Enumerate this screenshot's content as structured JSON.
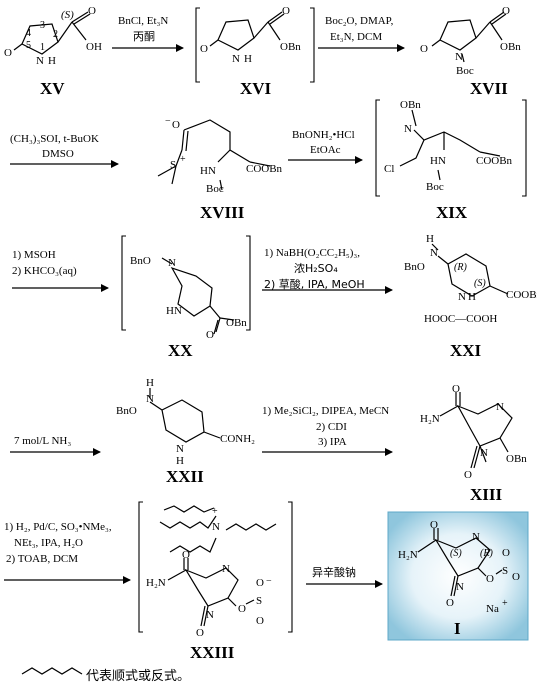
{
  "compounds": {
    "xv": {
      "label": "XV",
      "stereo": "(S)",
      "ring_nums": [
        "3",
        "4",
        "5",
        "1",
        "2"
      ],
      "atoms": [
        "N",
        "H",
        "O",
        "O",
        "OH"
      ]
    },
    "xvi": {
      "label": "XVI",
      "atoms": [
        "N",
        "H",
        "O",
        "O",
        "OBn"
      ]
    },
    "xvii": {
      "label": "XVII",
      "atoms": [
        "N",
        "Boc",
        "O",
        "O",
        "OBn"
      ]
    },
    "xviii": {
      "label": "XVIII",
      "atoms": [
        "O",
        "S",
        "+",
        "−",
        "HN",
        "Boc",
        "COOBn"
      ]
    },
    "xix": {
      "label": "XIX",
      "atoms": [
        "OBn",
        "N",
        "Cl",
        "HN",
        "Boc",
        "COOBn"
      ]
    },
    "xx": {
      "label": "XX",
      "atoms": [
        "BnO",
        "N",
        "HN",
        "O",
        "OBn"
      ]
    },
    "xxi": {
      "label": "XXI",
      "stereo": [
        "(R)",
        "(S)"
      ],
      "atoms": [
        "H",
        "N",
        "BnO",
        "N",
        "H",
        "COOBn",
        "HOOC—COOH"
      ]
    },
    "xxii": {
      "label": "XXII",
      "atoms": [
        "H",
        "N",
        "BnO",
        "N",
        "H",
        "CONH₂"
      ]
    },
    "xiii": {
      "label": "XIII",
      "atoms": [
        "O",
        "H₂N",
        "N",
        "N",
        "O",
        "OBn"
      ]
    },
    "xxiii": {
      "label": "XXIII",
      "atoms": [
        "+",
        "N",
        "O",
        "H₂N",
        "N",
        "N",
        "O",
        "O",
        "S",
        "O",
        "O",
        "−"
      ]
    },
    "i": {
      "label": "I",
      "stereo": [
        "(S)",
        "(R)"
      ],
      "atoms": [
        "O",
        "H₂N",
        "N",
        "N",
        "O",
        "O",
        "S",
        "O",
        "O",
        "Na",
        "+"
      ]
    }
  },
  "reactions": {
    "r1": [
      "BnCl, Et₃N",
      "丙酮"
    ],
    "r2": [
      "Boc₂O, DMAP,",
      "Et₃N, DCM"
    ],
    "r3": [
      "(CH₃)₃SOI, t-BuOK",
      "DMSO"
    ],
    "r4": [
      "BnONH₂•HCl",
      "EtOAc"
    ],
    "r5": [
      "1) MSOH",
      "2) KHCO₃(aq)"
    ],
    "r6": [
      "1) NaBH(O₂CC₂H₅)₃,",
      "浓H₂SO₄",
      "2) 草酸, IPA, MeOH"
    ],
    "r7": [
      "7 mol/L NH₃"
    ],
    "r8": [
      "1) Me₂SiCl₂, DIPEA, MeCN",
      "2) CDI",
      "3) IPA"
    ],
    "r9": [
      "1) H₂, Pd/C, SO₃•NMe₃,",
      "NEt₃, IPA, H₂O",
      "2) TOAB, DCM"
    ],
    "r10": [
      "异辛酸钠"
    ]
  },
  "footnote": "代表顺式或反式。",
  "colors": {
    "highlight_top": "#cfe8f3",
    "highlight_edge": "#5fa8c8",
    "highlight_mid": "#9fcde0"
  }
}
